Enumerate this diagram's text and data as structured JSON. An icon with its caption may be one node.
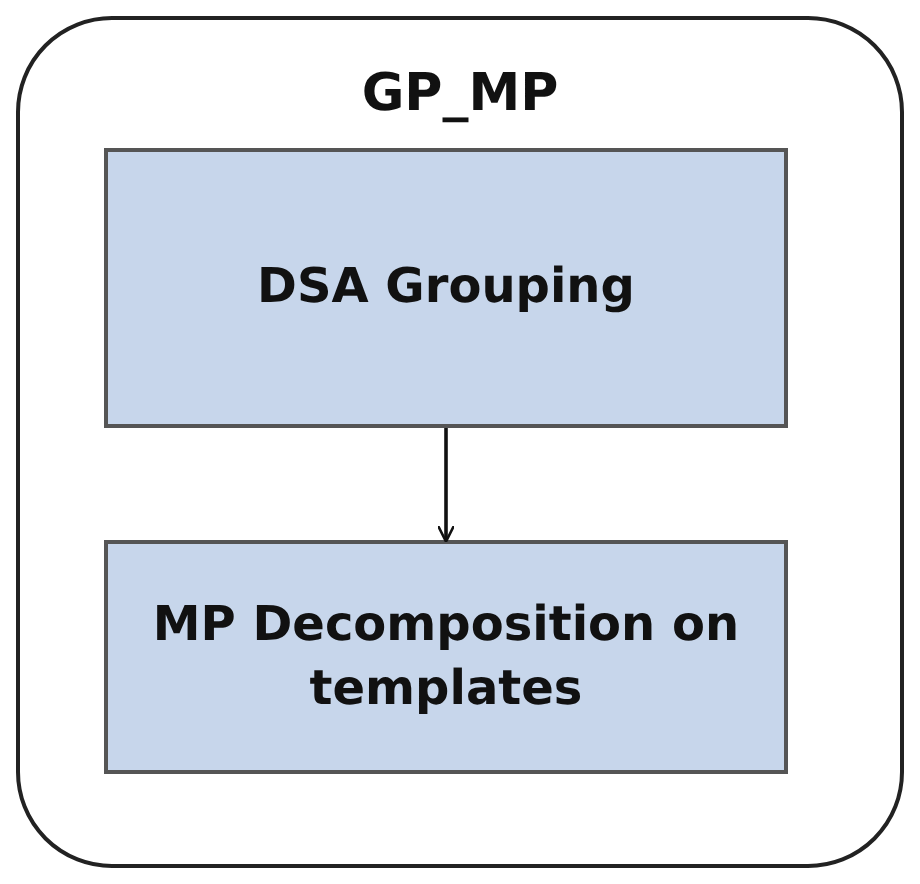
{
  "diagram": {
    "nodes": [
      {
        "text": [
          "GP_MP"
        ]
      },
      {
        "text": [
          "DSA Grouping"
        ],
        "in": 0
      },
      {
        "text": [
          "MP Decomposition on templates"
        ],
        "in": 0
      }
    ],
    "edges": [
      {
        "from": 1,
        "to": 2,
        "arrow": "to"
      }
    ]
  }
}
